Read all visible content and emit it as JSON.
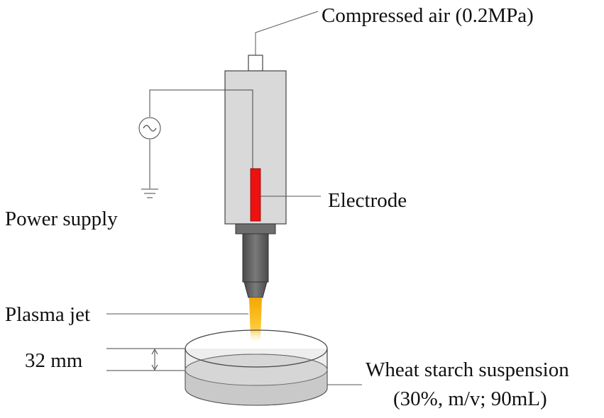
{
  "labels": {
    "compressed_air": "Compressed air (0.2MPa)",
    "electrode": "Electrode",
    "power_supply": "Power supply",
    "plasma_jet": "Plasma jet",
    "distance": "32 mm",
    "suspension_line1": "Wheat starch suspension",
    "suspension_line2": "(30%, m/v; 90mL)"
  },
  "icons": {
    "ac_source": "ac-source-icon",
    "ground": "ground-icon"
  },
  "colors": {
    "electrode": "#ee1111",
    "plasma_top": "#f2a800",
    "plasma_bottom": "#ffe27a",
    "housing": "#d9d9d9",
    "nozzle": "#6b6b6b",
    "dish_liquid": "#c9c9c9"
  }
}
